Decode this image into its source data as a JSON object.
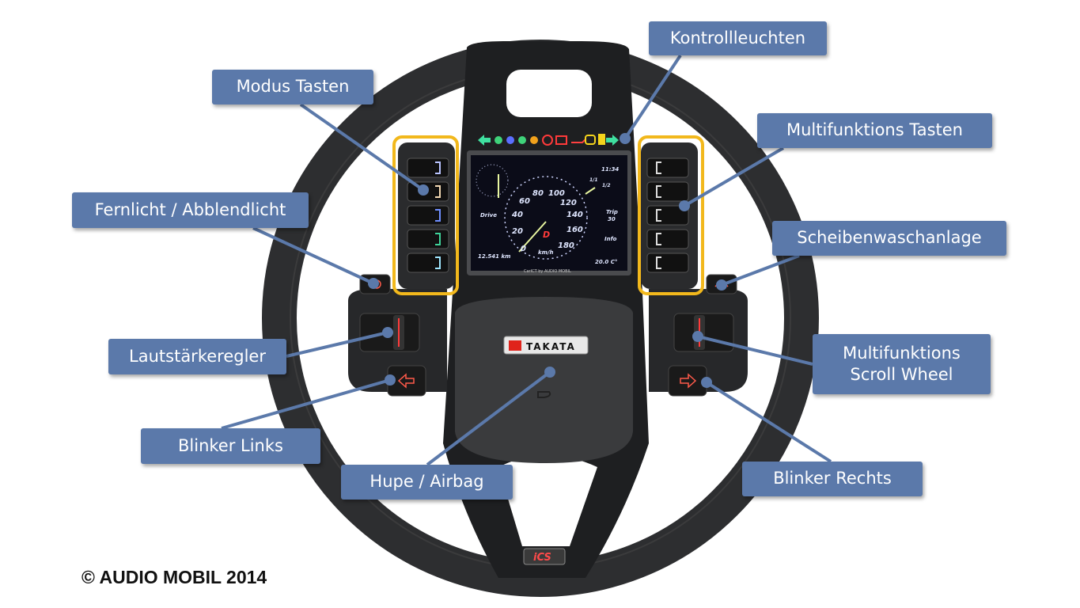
{
  "labels": {
    "kontrollleuchten": "Kontrollleuchten",
    "modus_tasten": "Modus Tasten",
    "multifunktions_tasten": "Multifunktions Tasten",
    "fernlicht": "Fernlicht / Abblendlicht",
    "scheibenwaschanlage": "Scheibenwaschanlage",
    "lautstaerkeregler": "Lautstärkeregler",
    "scroll_wheel_line1": "Multifunktions",
    "scroll_wheel_line2": "Scroll Wheel",
    "blinker_links": "Blinker Links",
    "hupe_airbag": "Hupe / Airbag",
    "blinker_rechts": "Blinker Rechts"
  },
  "display": {
    "time": "11:34",
    "fuel_full": "1/1",
    "fuel_half": "1/2",
    "trip_label": "Trip",
    "trip_value": "30",
    "info": "Info",
    "temperature": "20.0 C°",
    "odometer": "12.541 km",
    "mode": "Drive",
    "gear": "D",
    "unit": "km/h",
    "speed_ticks": [
      "0",
      "20",
      "40",
      "60",
      "80",
      "100",
      "120",
      "140",
      "160",
      "180"
    ],
    "footer": "CarICT by AUDIO MOBIL"
  },
  "badges": {
    "airbag_brand": "TAKATA",
    "wheel_brand": "iCS"
  },
  "copyright": "© AUDIO MOBIL 2014",
  "colors": {
    "label_bg": "#5b79aa",
    "highlight": "#f2b81c",
    "wheel": "#2b2c2e"
  }
}
